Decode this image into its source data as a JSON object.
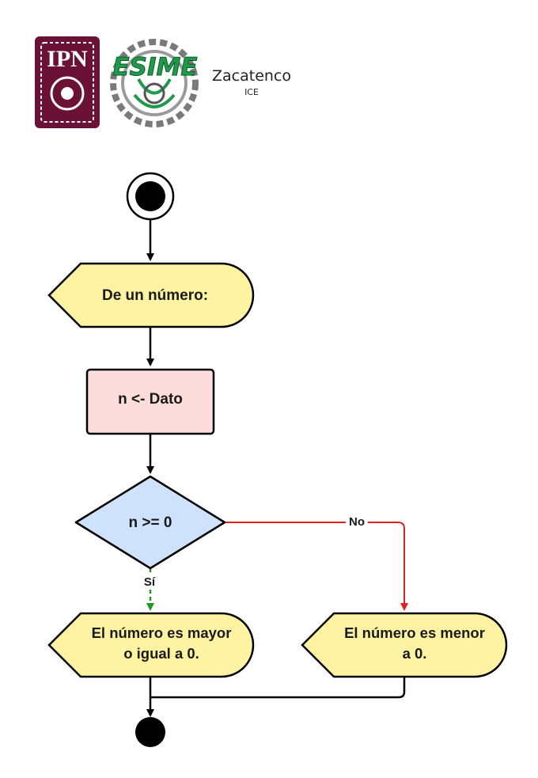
{
  "header": {
    "ipn_logo": {
      "text": "IPN",
      "color": "#6b1136"
    },
    "esime_logo": {
      "text": "ESIME",
      "color": "#1f9a4a"
    },
    "campus": "Zacatenco",
    "department": "ICE"
  },
  "diagram": {
    "nodes": {
      "start": {
        "kind": "initial"
      },
      "input": {
        "kind": "display",
        "label": "De un número:"
      },
      "assign": {
        "kind": "process",
        "label": "n <- Dato"
      },
      "decision": {
        "kind": "decision",
        "label": "n >= 0"
      },
      "out_yes": {
        "kind": "display",
        "label_lines": [
          "El número es mayor",
          "o igual a 0."
        ]
      },
      "out_no": {
        "kind": "display",
        "label_lines": [
          "El número es menor",
          "a 0."
        ]
      },
      "end": {
        "kind": "final"
      }
    },
    "edges": {
      "yes_label": "Sí",
      "no_label": "No"
    }
  },
  "colors": {
    "display_fill": "#fdf3a3",
    "process_fill": "#fddcdc",
    "decision_fill": "#cfe2fc",
    "stroke": "#000000",
    "yes_edge": "#1d9a1d",
    "no_edge": "#e02020"
  }
}
